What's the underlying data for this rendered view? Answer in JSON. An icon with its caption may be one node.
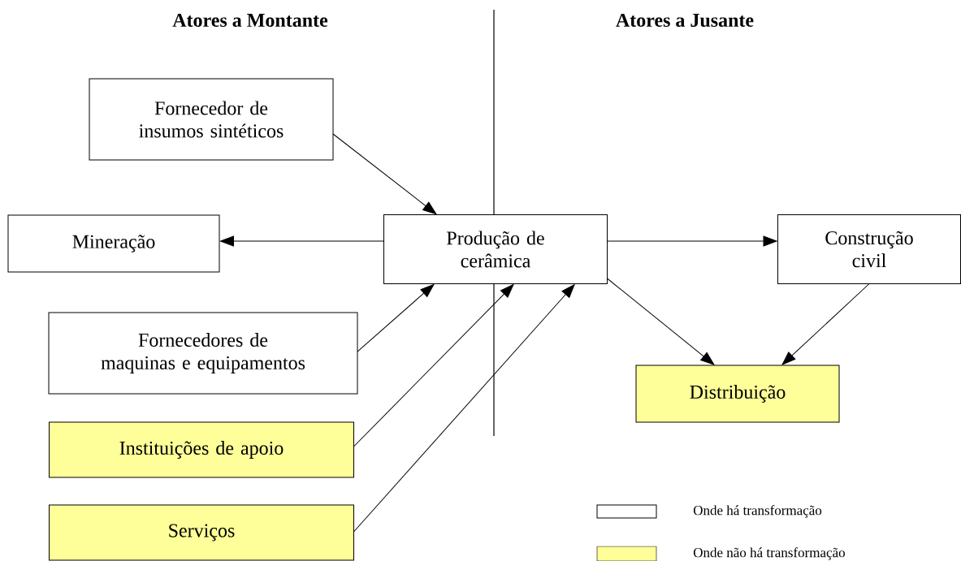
{
  "diagram": {
    "nodes": [
      {
        "text": [
          "Fornecedor de insumos sintéticos"
        ]
      },
      {
        "text": [
          "Mineração"
        ]
      },
      {
        "text": [
          "Fornecedores de maquinas e equipamentos"
        ]
      },
      {
        "text": [
          "Instituições de apoio"
        ]
      },
      {
        "text": [
          "Serviços"
        ]
      },
      {
        "text": [
          "Produção de cerâmica"
        ]
      },
      {
        "text": [
          "Construção civil"
        ]
      },
      {
        "text": [
          "Distribuição"
        ]
      }
    ],
    "edges": [
      {
        "from": 0,
        "to": 5,
        "arrow": "to"
      },
      {
        "from": 5,
        "to": 1,
        "arrow": "to"
      },
      {
        "from": 2,
        "to": 5,
        "arrow": "to"
      },
      {
        "from": 3,
        "to": 5,
        "arrow": "to"
      },
      {
        "from": 4,
        "to": 5,
        "arrow": "to"
      },
      {
        "from": 5,
        "to": 6,
        "arrow": "to"
      },
      {
        "from": 5,
        "to": 7,
        "arrow": "to"
      },
      {
        "from": 6,
        "to": 7,
        "arrow": "to"
      }
    ],
    "labels": [
      "Atores a Montante",
      "Atores a Jusante"
    ],
    "legend": [
      {
        "text": "Onde há transformação"
      },
      {
        "text": "Onde não há transformação",
        "color": "#ffff99"
      }
    ]
  }
}
